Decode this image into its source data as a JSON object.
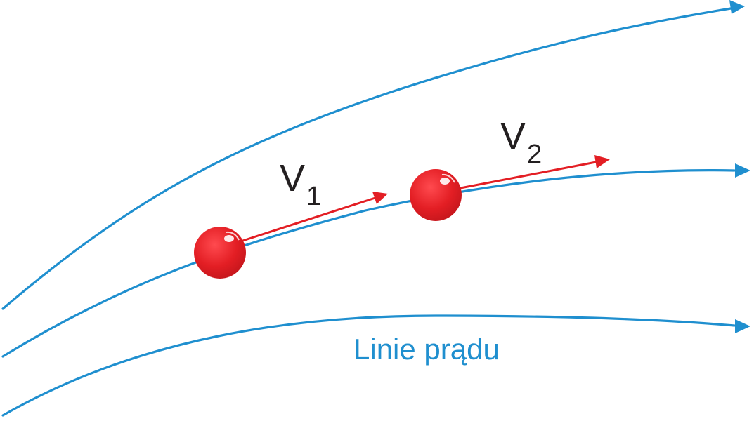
{
  "colors": {
    "streamline": "#1f8fcf",
    "particle": "#e31e24",
    "velocity": "#e31e24",
    "text": "#231f20"
  },
  "streamlines": [
    {
      "id": "top"
    },
    {
      "id": "middle"
    },
    {
      "id": "bottom"
    }
  ],
  "particles": [
    {
      "id": "particle-1",
      "velocity_symbol": "V",
      "velocity_subscript": "1"
    },
    {
      "id": "particle-2",
      "velocity_symbol": "V",
      "velocity_subscript": "2"
    }
  ],
  "streamline_label": "Linie prądu"
}
